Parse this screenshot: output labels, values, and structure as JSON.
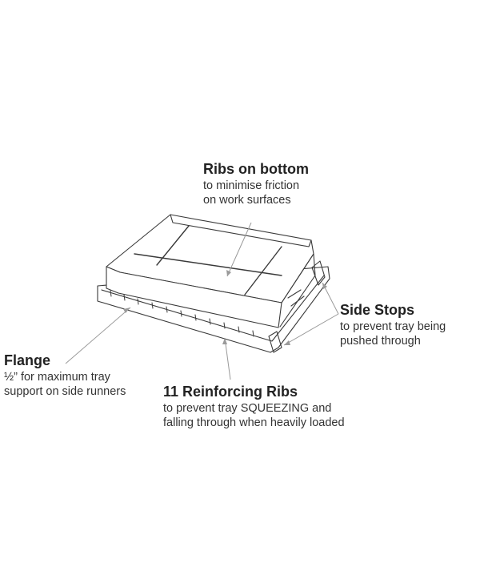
{
  "colors": {
    "outline": "#3a3a3a",
    "leader": "#9a9a9a",
    "text": "#2b2b2b"
  },
  "callouts": {
    "ribs_bottom": {
      "title": "Ribs on bottom",
      "line1": "to minimise friction",
      "line2": "on work surfaces"
    },
    "side_stops": {
      "title": "Side Stops",
      "line1": "to prevent tray being",
      "line2": "pushed through"
    },
    "flange": {
      "title": "Flange",
      "line1": "½” for maximum tray",
      "line2": "support on side runners"
    },
    "reinforcing": {
      "title": "11 Reinforcing Ribs",
      "line1": "to prevent tray SQUEEZING and",
      "line2": "falling through when heavily loaded"
    }
  }
}
